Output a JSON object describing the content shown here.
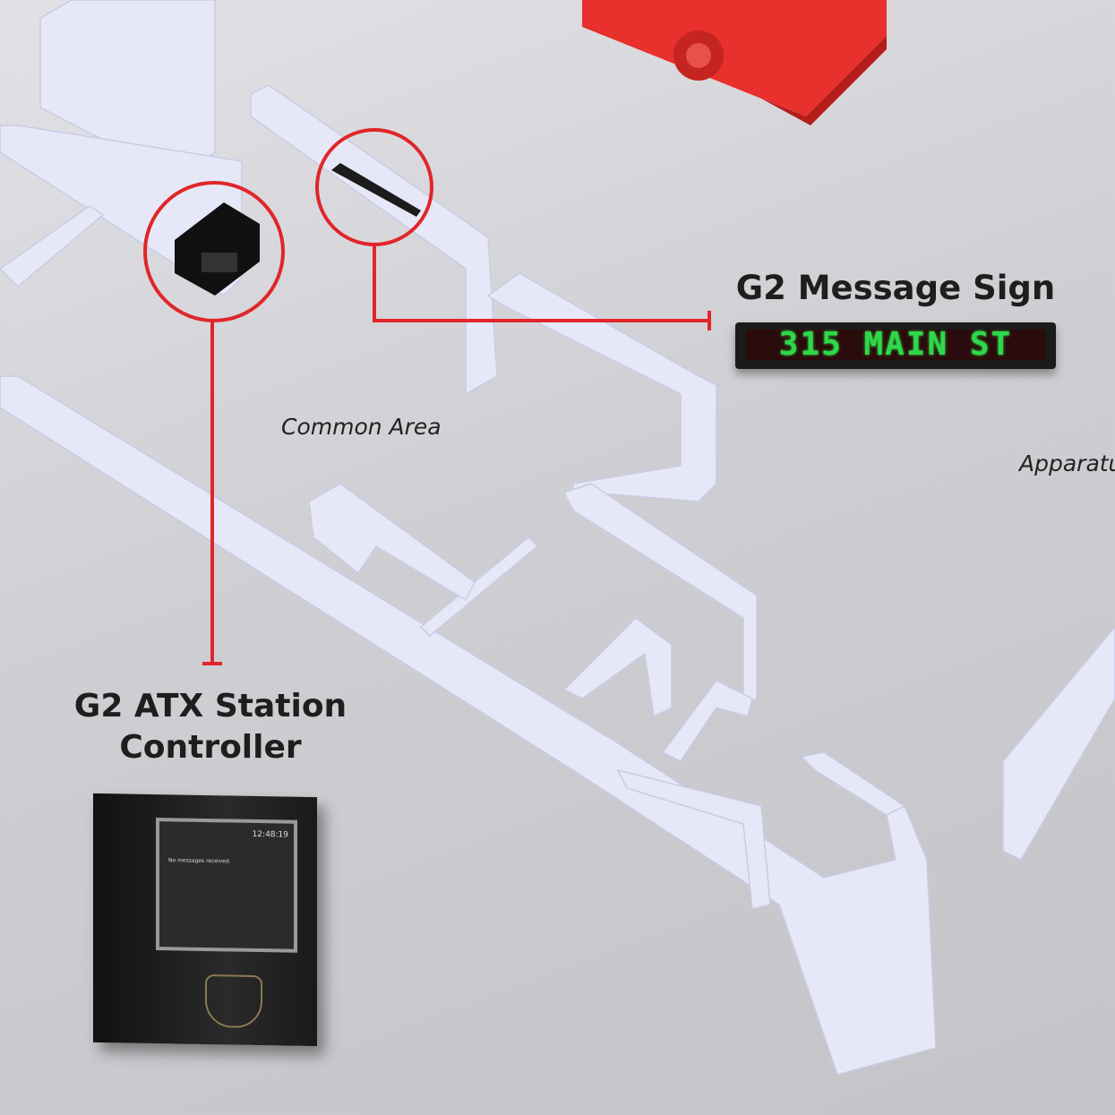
{
  "labels": {
    "message_sign": "G2 Message Sign",
    "station_controller_line1": "G2 ATX Station",
    "station_controller_line2": "Controller"
  },
  "rooms": {
    "common_area": "Common Area",
    "apparatus": "Apparatu"
  },
  "sign_display": {
    "text": "315 MAIN ST",
    "led_color": "#2fd84a"
  },
  "controller_screen": {
    "time": "12:48:19",
    "message": "No messages received."
  },
  "colors": {
    "callout": "#e0262a",
    "truck": "#e8302c"
  }
}
